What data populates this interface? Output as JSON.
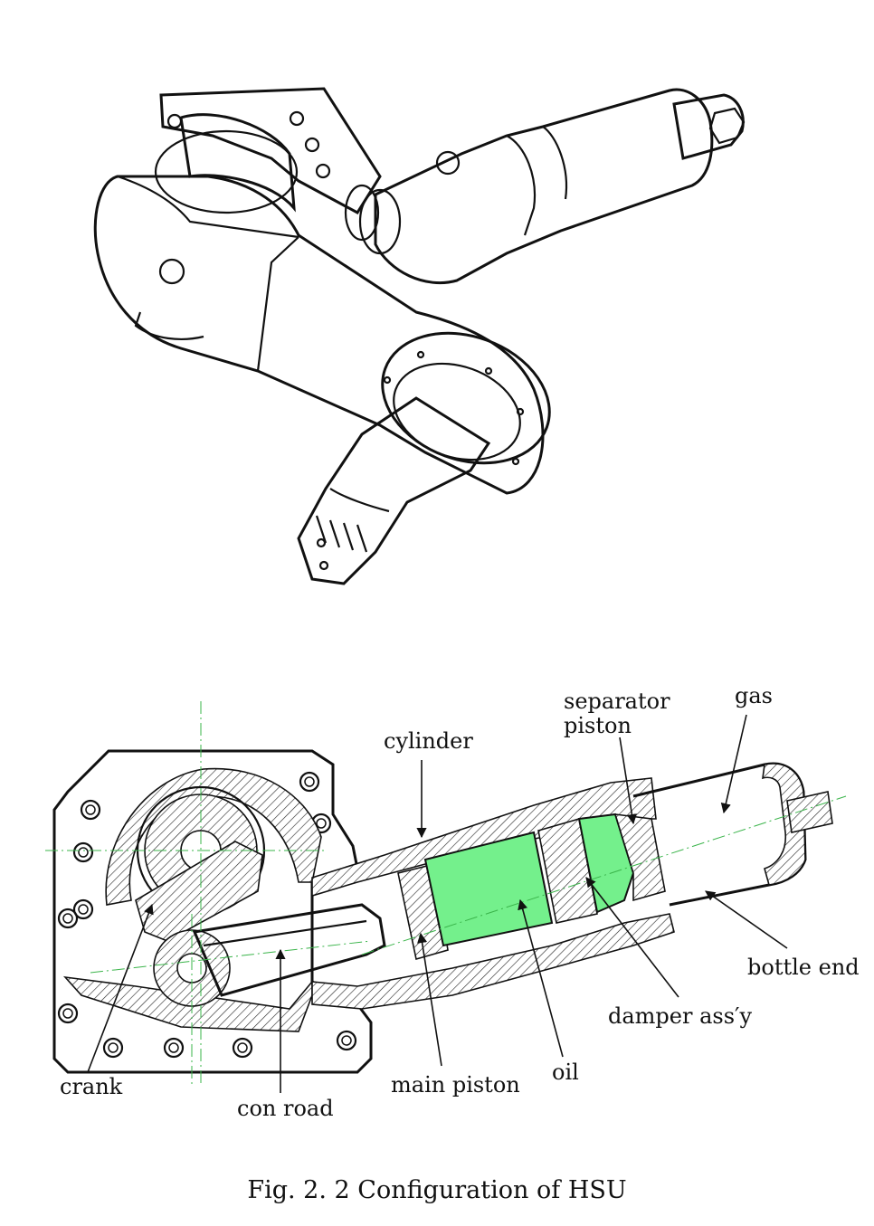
{
  "labels": {
    "separator_piston": "separator\npiston",
    "gas": "gas",
    "cylinder": "cylinder",
    "bottle_end": "bottle end",
    "damper_assy": "damper ass′y",
    "oil": "oil",
    "main_piston": "main piston",
    "crank": "crank",
    "con_road": "con road"
  },
  "caption": "Fig. 2. 2 Configuration of HSU",
  "colors": {
    "oil": "#74f08c",
    "centerline": "#3ab44a"
  }
}
